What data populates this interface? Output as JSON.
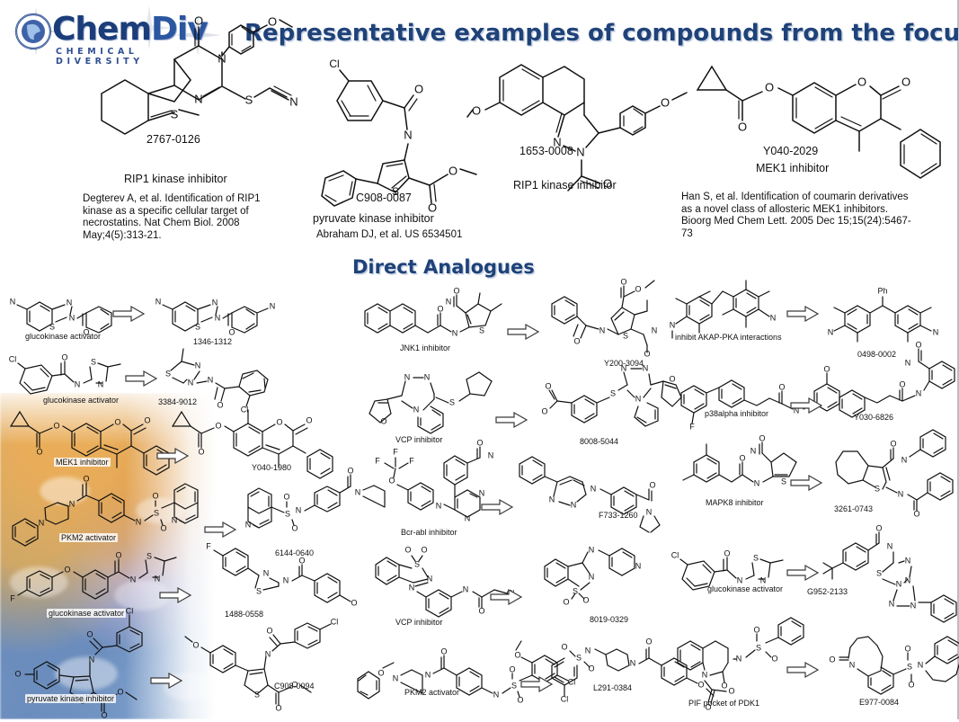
{
  "slide": {
    "title": "Representative examples of compounds from the focused lib",
    "subtitle": "Direct Analogues"
  },
  "logo": {
    "brand_chem": "Chem",
    "brand_div": "Div",
    "tagline": "CHEMICAL DIVERSITY",
    "icon": "chemdiv-globe-icon",
    "color_primary": "#1b3d7a",
    "color_secondary": "#2b56a0"
  },
  "colors": {
    "title": "#1f4278",
    "title_shadow": "#c3cfe2",
    "structure_stroke": "#111111",
    "arrow_stroke": "#3a3a3a",
    "slide_border": "#bdbdbd"
  },
  "top_compounds": [
    {
      "id": "2767-0126",
      "activity": "RIP1 kinase inhibitor",
      "reference": "Degterev A, et al. Identification of RIP1 kinase as a specific cellular target of necrostatins. Nat Chem Biol. 2008 May;4(5):313-21."
    },
    {
      "id": "C908-0087",
      "activity": "pyruvate kinase inhibitor",
      "reference": "Abraham DJ, et al. US 6534501"
    },
    {
      "id": "1653-0008",
      "activity": "RIP1 kinase inhibitor",
      "reference": ""
    },
    {
      "id": "Y040-2029",
      "activity": "MEK1 inhibitor",
      "reference": "Han S, et al. Identification of coumarin derivatives as a novel class of allosteric MEK1 inhibitors. Bioorg Med Chem Lett. 2005 Dec 15;15(24):5467-73"
    }
  ],
  "analogue_pairs": [
    {
      "column": "left",
      "row": 1,
      "query_label": "glucokinase activator",
      "analogue_id": "1346-1312"
    },
    {
      "column": "left",
      "row": 2,
      "query_label": "glucokinase activator",
      "analogue_id": "3384-9012"
    },
    {
      "column": "left",
      "row": 3,
      "query_label": "MEK1 inhibitor",
      "analogue_id": "Y040-1980"
    },
    {
      "column": "left",
      "row": 4,
      "query_label": "PKM2 activator",
      "analogue_id": "6144-0640"
    },
    {
      "column": "left",
      "row": 5,
      "query_label": "glucokinase activator",
      "analogue_id": "1488-0558"
    },
    {
      "column": "left",
      "row": 6,
      "query_label": "pyruvate kinase inhibitor",
      "analogue_id": "C908-0094"
    },
    {
      "column": "middle",
      "row": 1,
      "query_label": "JNK1 inhibitor",
      "analogue_id": "Y200-3094"
    },
    {
      "column": "middle",
      "row": 2,
      "query_label": "VCP inhibitor",
      "analogue_id": "8008-5044"
    },
    {
      "column": "middle",
      "row": 3,
      "query_label": "Bcr-abl inhibitor",
      "analogue_id": "F733-1260"
    },
    {
      "column": "middle",
      "row": 4,
      "query_label": "VCP inhibitor",
      "analogue_id": "8019-0329"
    },
    {
      "column": "middle",
      "row": 5,
      "query_label": "PKM2 activator",
      "analogue_id": "L291-0384"
    },
    {
      "column": "right",
      "row": 1,
      "query_label": "inhibit AKAP-PKA interactions",
      "analogue_id": "0498-0002"
    },
    {
      "column": "right",
      "row": 2,
      "query_label": "p38alpha inhibitor",
      "analogue_id": "Y030-6826"
    },
    {
      "column": "right",
      "row": 3,
      "query_label": "MAPK8 inhibitor",
      "analogue_id": "3261-0743"
    },
    {
      "column": "right",
      "row": 4,
      "query_label": "glucokinase activator",
      "analogue_id": "G952-2133"
    },
    {
      "column": "right",
      "row": 5,
      "query_label": "PIF pocket of PDK1",
      "analogue_id": "E977-0084"
    }
  ],
  "atom_labels": {
    "n": "N",
    "o": "O",
    "s": "S",
    "cl": "Cl",
    "f": "F",
    "ph": "Ph"
  }
}
